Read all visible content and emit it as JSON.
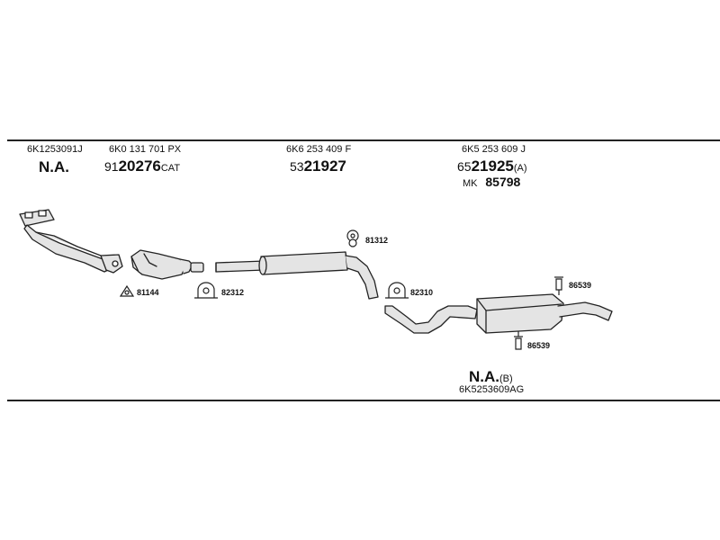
{
  "parts": {
    "p1": {
      "oe": "6K1253091J",
      "prefix": "",
      "num": "N.A.",
      "suffix": ""
    },
    "p2": {
      "oe": "6K0 131 701 PX",
      "prefix": "91",
      "num": "20276",
      "suffix": "CAT"
    },
    "p3": {
      "oe": "6K6 253 409 F",
      "prefix": "53",
      "num": "21927",
      "suffix": ""
    },
    "p4": {
      "oe": "6K5 253 609 J",
      "prefix": "65",
      "num": "21925",
      "suffix": "(A)",
      "mk_prefix": "MK",
      "mk_num": "85798"
    },
    "p5": {
      "num": "N.A.",
      "suffix": "(B)",
      "oe": "6K5253609AG"
    }
  },
  "accessories": {
    "a1": "81144",
    "a2": "82312",
    "a3": "81312",
    "a4": "82310",
    "a5": "86539",
    "a6": "86539"
  }
}
